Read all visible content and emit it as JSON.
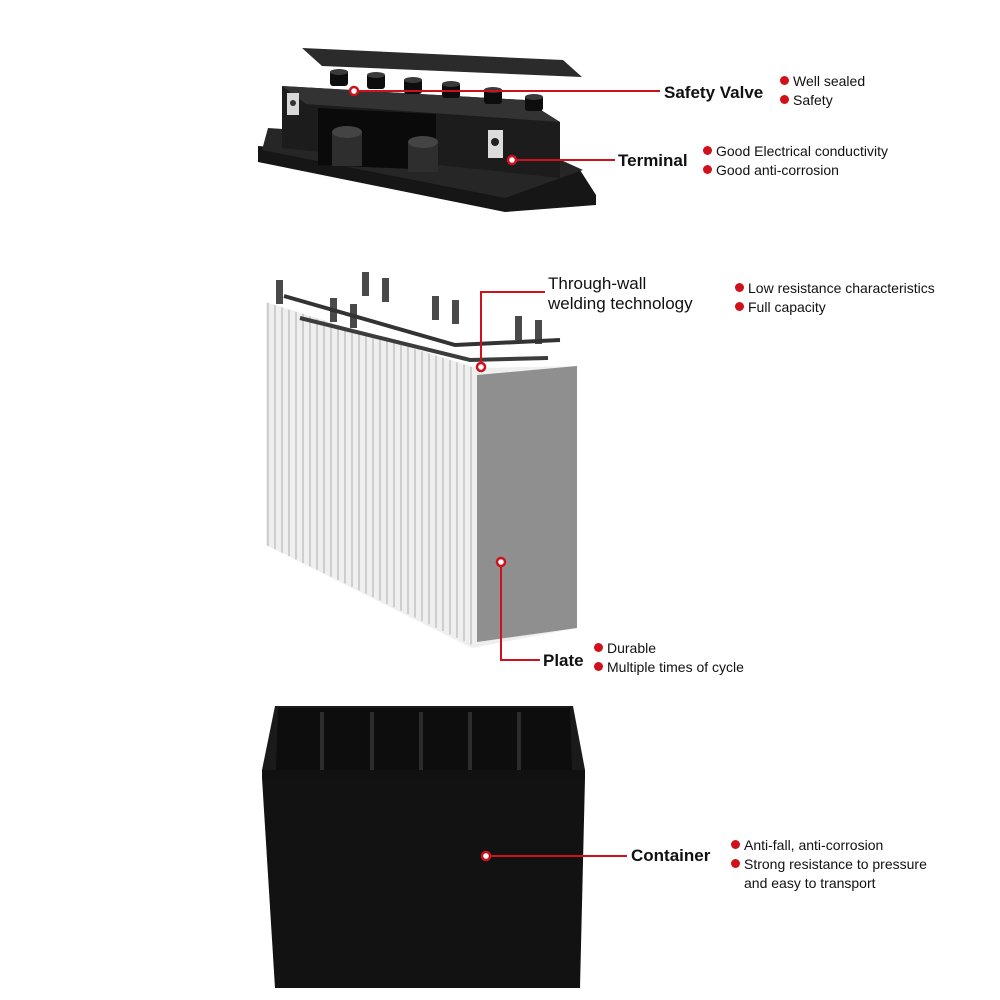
{
  "accent_color": "#d0101a",
  "callouts": {
    "safety_valve": {
      "title": "Safety Valve",
      "features": [
        "Well sealed",
        "Safety"
      ]
    },
    "terminal": {
      "title": "Terminal",
      "features": [
        "Good Electrical conductivity",
        "Good anti-corrosion"
      ]
    },
    "welding": {
      "title_line1": "Through-wall",
      "title_line2": "welding technology",
      "features": [
        "Low resistance characteristics",
        "Full capacity"
      ]
    },
    "plate": {
      "title": "Plate",
      "features": [
        "Durable",
        "Multiple times of cycle"
      ]
    },
    "container": {
      "title": "Container",
      "features": [
        "Anti-fall, anti-corrosion",
        "Strong resistance to pressure and easy to transport"
      ]
    }
  }
}
